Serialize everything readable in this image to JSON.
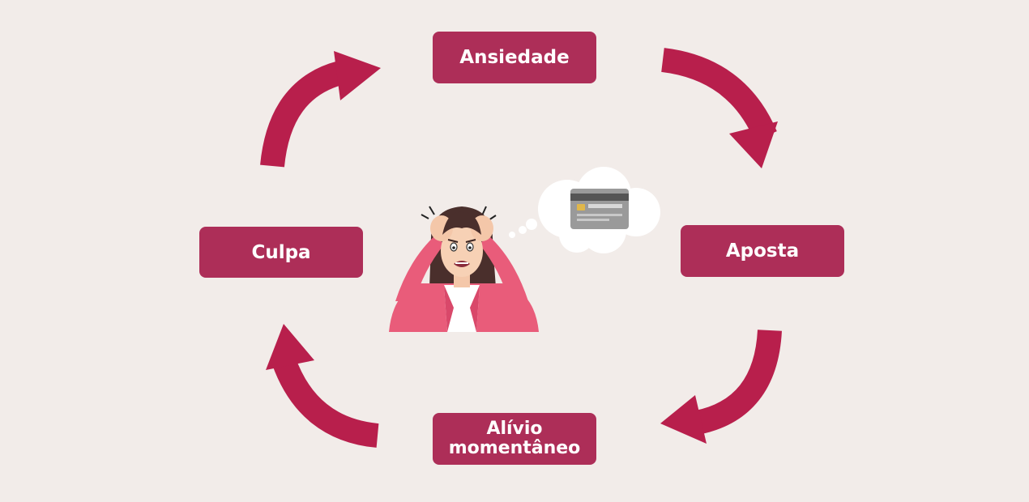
{
  "diagram": {
    "title": "",
    "stages": [
      {
        "id": "ansiedade",
        "label": "Ansiedade"
      },
      {
        "id": "aposta",
        "label": "Aposta"
      },
      {
        "id": "alivio",
        "label_lines": [
          "Alívio",
          "momentâneo"
        ]
      },
      {
        "id": "culpa",
        "label": "Culpa"
      }
    ],
    "flow": "cycle",
    "center_illustration": "stressed-woman-with-credit-card-thought",
    "colors": {
      "background": "#f2ece9",
      "box": "#ad2e58",
      "arrow": "#b81f4c",
      "text": "#ffffff"
    }
  }
}
